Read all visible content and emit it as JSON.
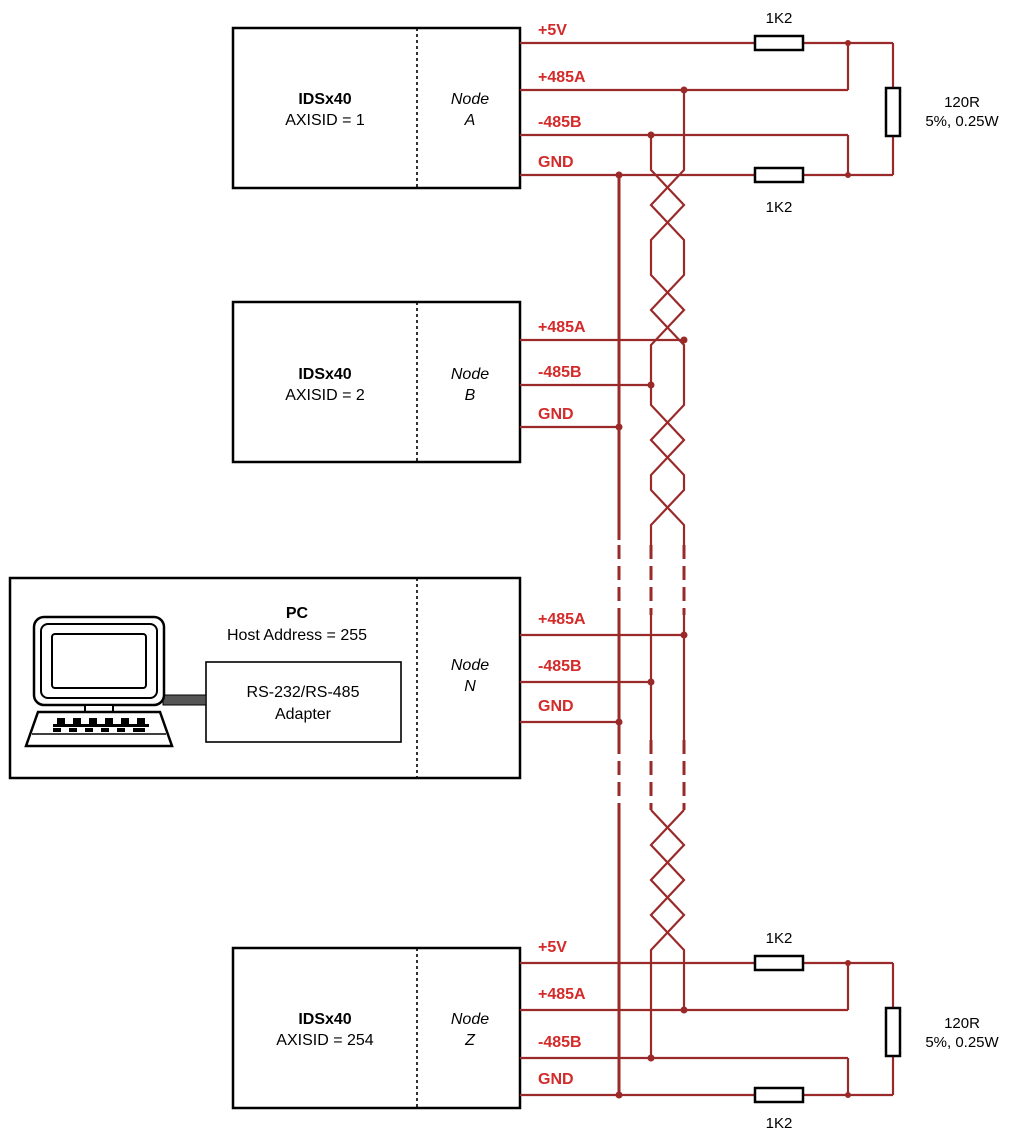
{
  "colors": {
    "wire": "#9a2a2a",
    "pin_label": "#d42a2a",
    "outline": "#000000"
  },
  "devices": [
    {
      "id": "a",
      "title": "IDSx40",
      "subtitle": "AXISID = 1",
      "node_word": "Node",
      "node_letter": "A",
      "pins": [
        "+5V",
        "+485A",
        "-485B",
        "GND"
      ]
    },
    {
      "id": "b",
      "title": "IDSx40",
      "subtitle": "AXISID = 2",
      "node_word": "Node",
      "node_letter": "B",
      "pins": [
        "+485A",
        "-485B",
        "GND"
      ]
    },
    {
      "id": "n",
      "title": "PC",
      "subtitle": "Host Address = 255",
      "node_word": "Node",
      "node_letter": "N",
      "adapter_line1": "RS-232/RS-485",
      "adapter_line2": "Adapter",
      "pins": [
        "+485A",
        "-485B",
        "GND"
      ]
    },
    {
      "id": "z",
      "title": "IDSx40",
      "subtitle": "AXISID = 254",
      "node_word": "Node",
      "node_letter": "Z",
      "pins": [
        "+5V",
        "+485A",
        "-485B",
        "GND"
      ]
    }
  ],
  "terminations": [
    {
      "pullup": "1K2",
      "pulldown": "1K2",
      "termination": "120R",
      "termination_spec": "5%, 0.25W"
    },
    {
      "pullup": "1K2",
      "pulldown": "1K2",
      "termination": "120R",
      "termination_spec": "5%, 0.25W"
    }
  ],
  "icons": [
    "computer-icon",
    "resistor-icon"
  ]
}
